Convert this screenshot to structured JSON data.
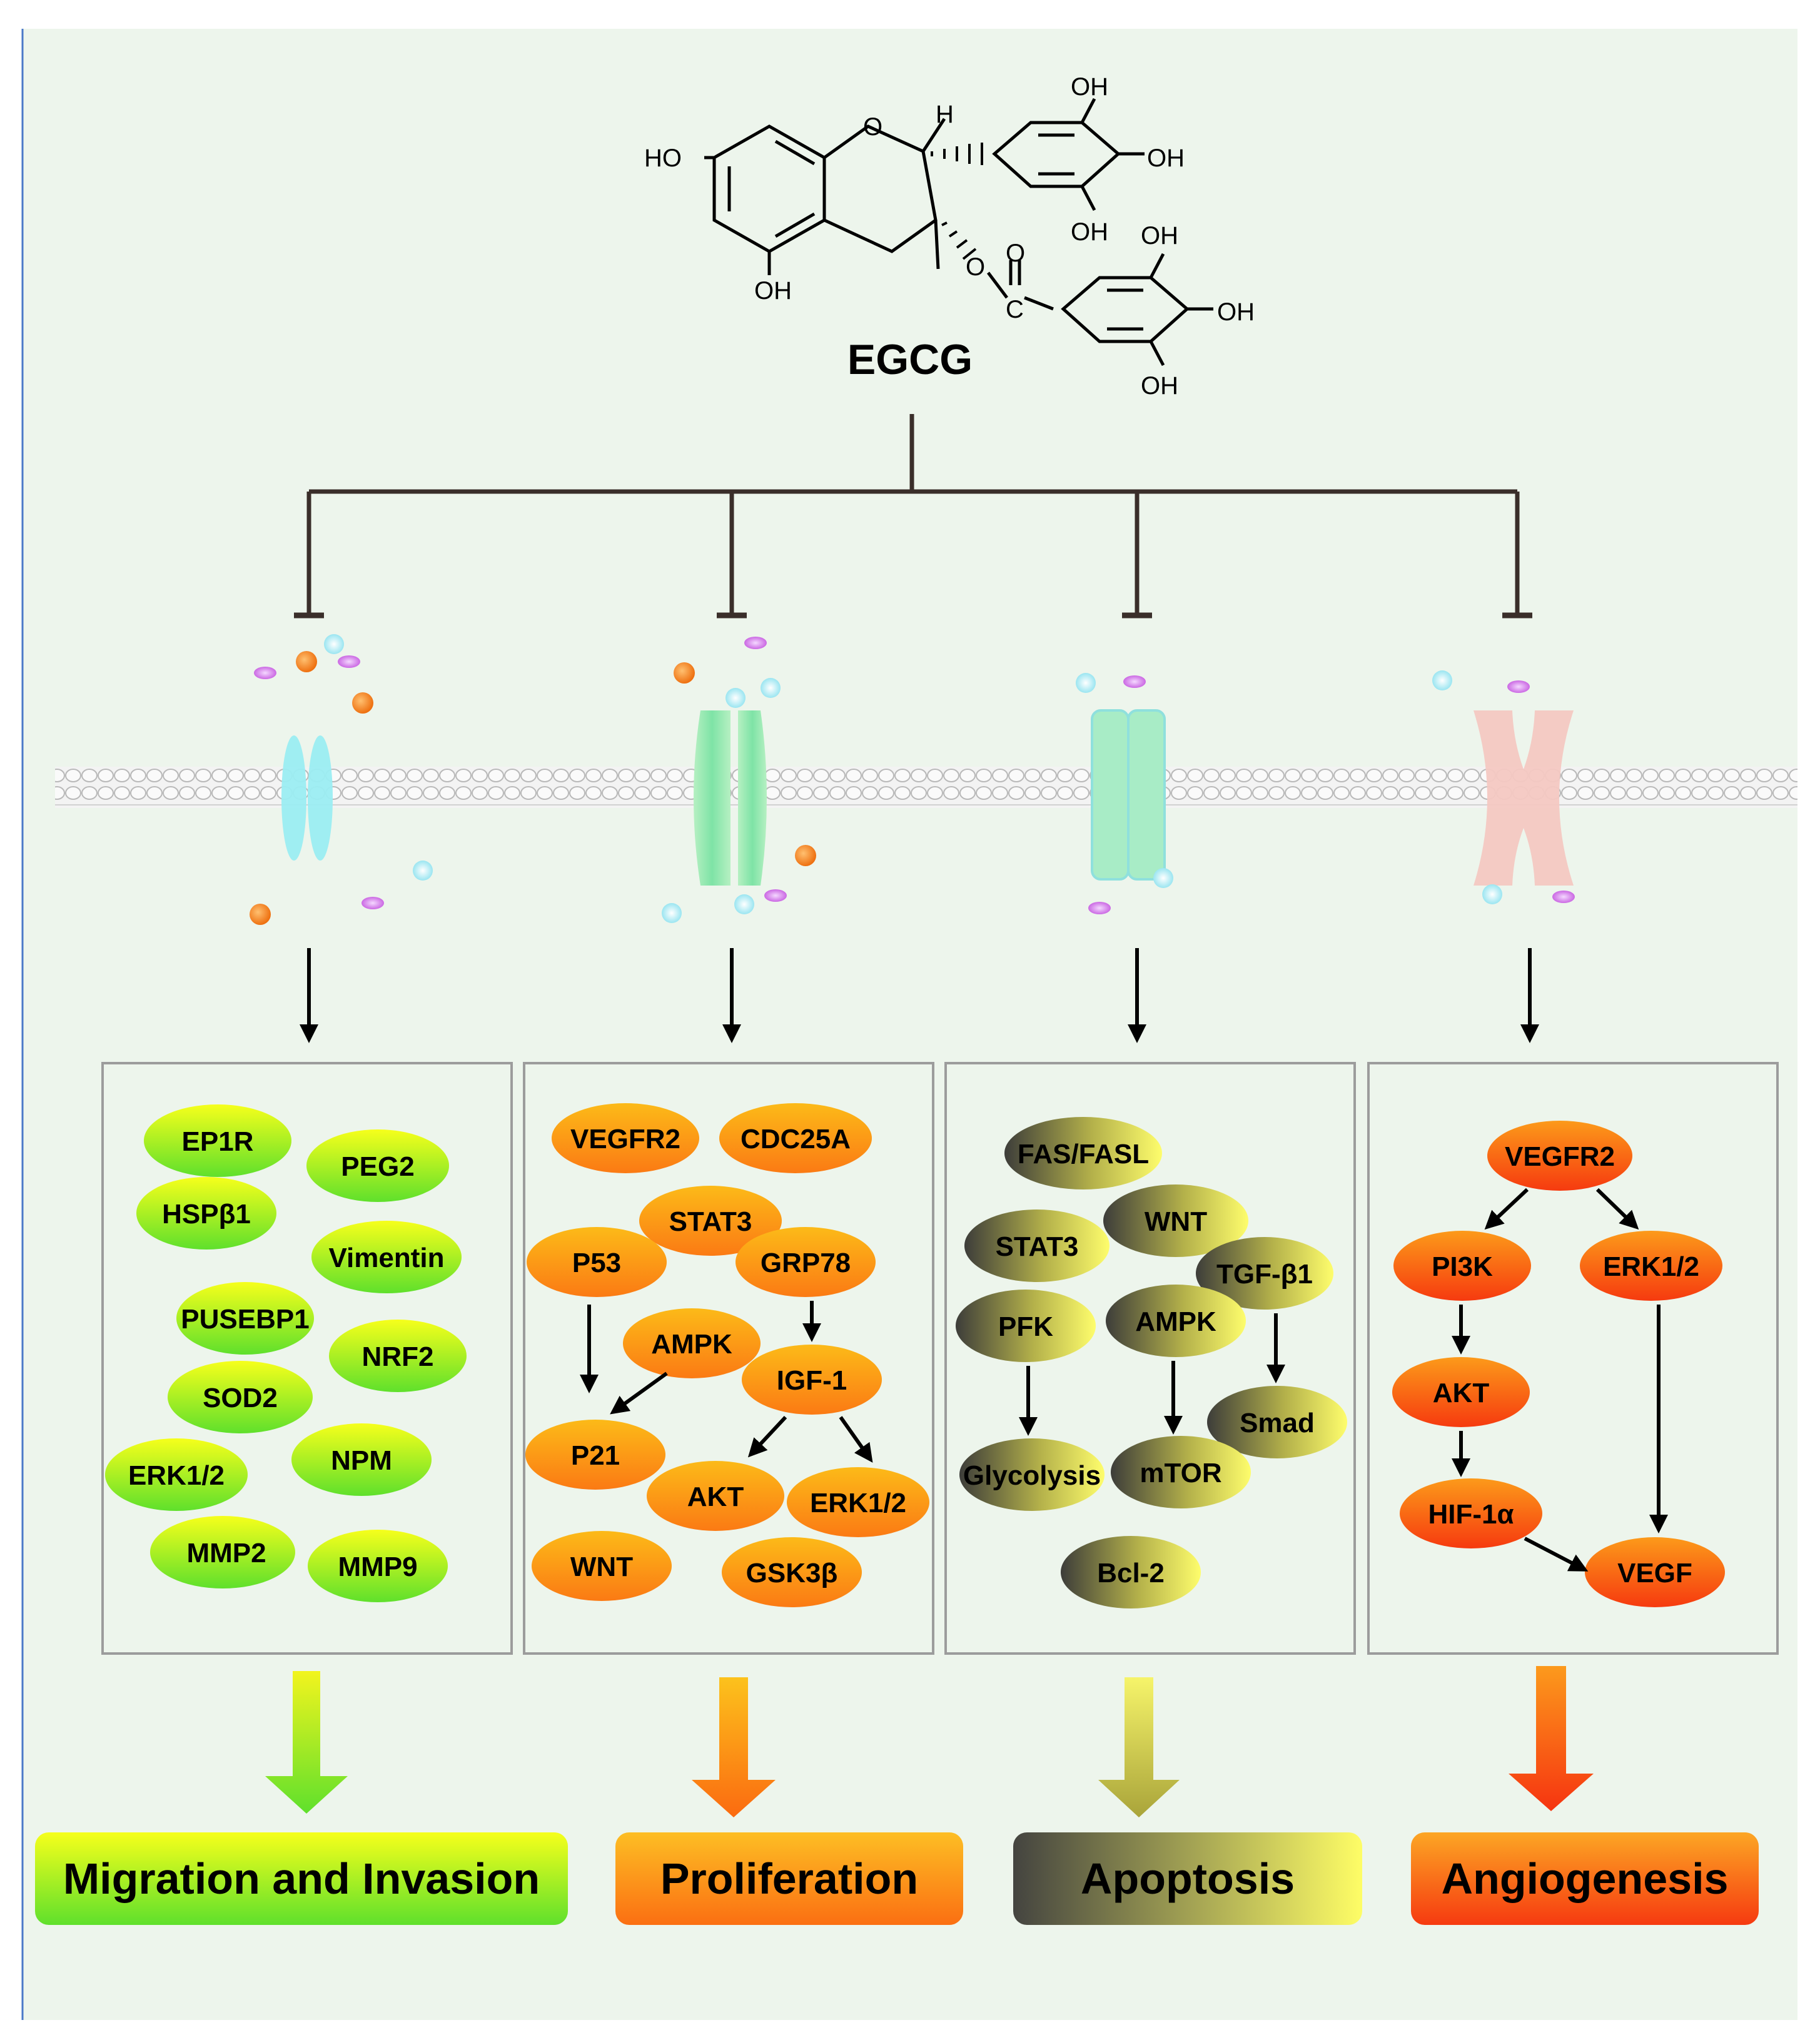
{
  "compound": {
    "name": "EGCG",
    "substituents": [
      "HO",
      "OH",
      "OH",
      "OH",
      "OH",
      "OH",
      "OH",
      "OH"
    ],
    "ring_atoms": [
      "O",
      "H",
      "O",
      "O",
      "C"
    ]
  },
  "panels": [
    {
      "nodes": [
        "EP1R",
        "PEG2",
        "HSPβ1",
        "Vimentin",
        "PUSEBP1",
        "NRF2",
        "SOD2",
        "NPM",
        "ERK1/2",
        "MMP2",
        "MMP9"
      ],
      "outcome": "Migration and Invasion"
    },
    {
      "nodes": [
        "VEGFR2",
        "CDC25A",
        "STAT3",
        "P53",
        "GRP78",
        "AMPK",
        "IGF-1",
        "P21",
        "AKT",
        "ERK1/2",
        "WNT",
        "GSK3β"
      ],
      "outcome": "Proliferation"
    },
    {
      "nodes": [
        "FAS/FASL",
        "WNT",
        "STAT3",
        "TGF-β1",
        "PFK",
        "AMPK",
        "Smad",
        "Glycolysis",
        "mTOR",
        "Bcl-2"
      ],
      "outcome": "Apoptosis"
    },
    {
      "nodes": [
        "VEGFR2",
        "PI3K",
        "ERK1/2",
        "AKT",
        "HIF-1α",
        "VEGF"
      ],
      "outcome": "Angiogenesis"
    }
  ],
  "colors": {
    "background": "#edf5ec",
    "migration_top": "#f5ff1a",
    "migration_bottom": "#66e52b",
    "proliferation": "#fc8c1c",
    "apoptosis_dark": "#4a4a44",
    "apoptosis_light": "#fdfd6a",
    "angiogenesis": "#fa4d14",
    "membrane": "#c2c2c2",
    "ion_purple": "#c95de0",
    "ion_orange": "#f07a12",
    "ion_cyan": "#9be8f2"
  }
}
